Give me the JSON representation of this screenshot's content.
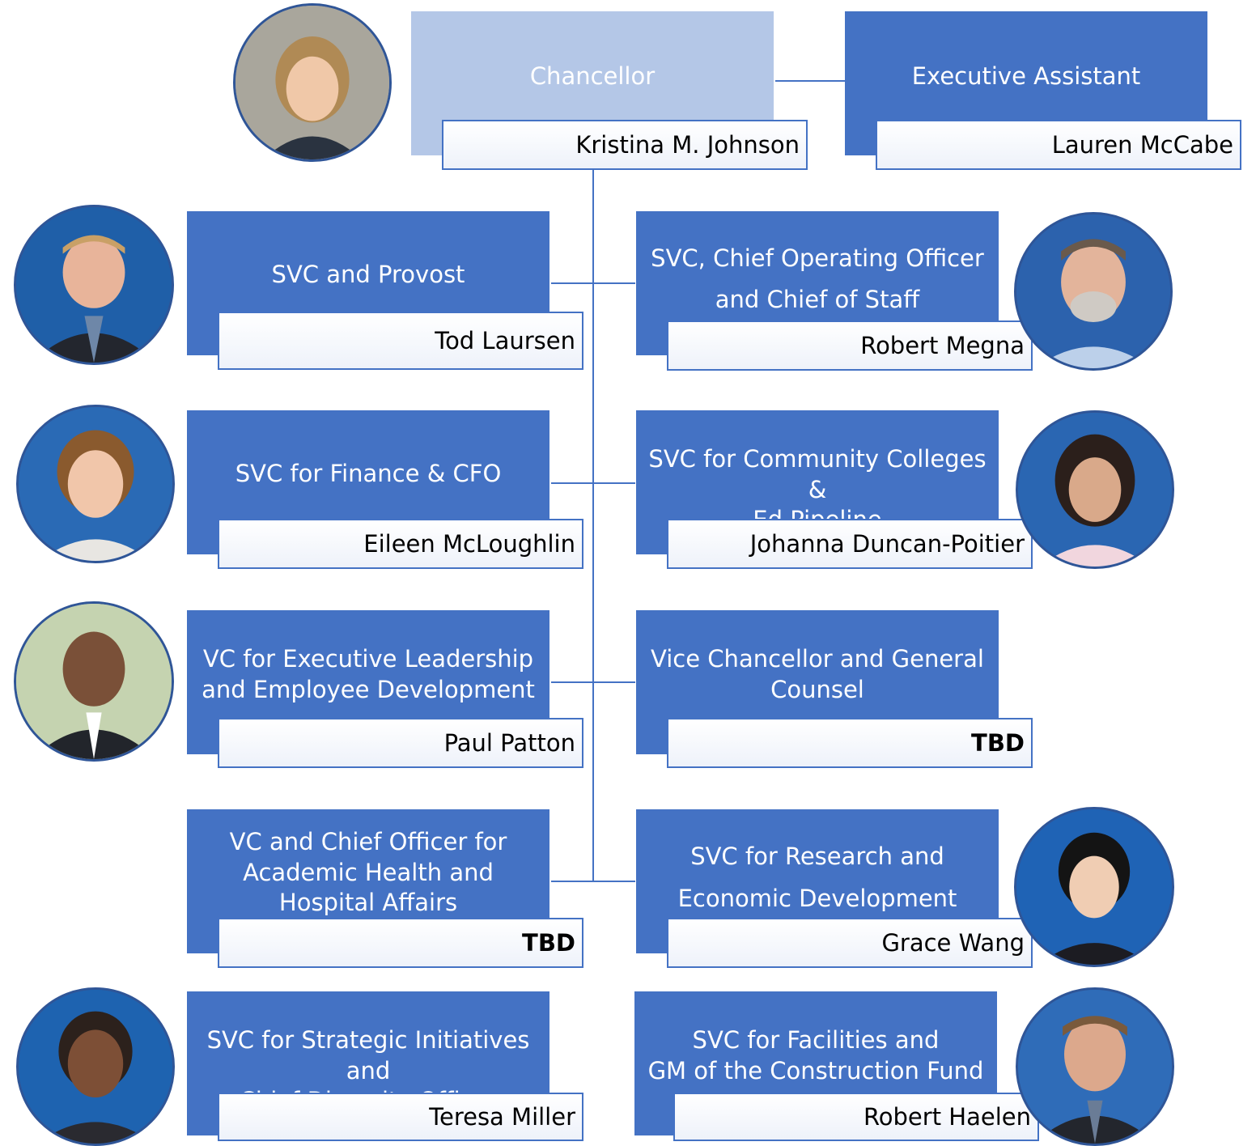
{
  "chancellor": {
    "title": "Chancellor",
    "name": "Kristina M. Johnson"
  },
  "assistant": {
    "title": "Executive Assistant",
    "name": "Lauren McCabe"
  },
  "left": [
    {
      "title": "SVC and Provost",
      "name": "Tod Laursen"
    },
    {
      "title": "SVC for Finance & CFO",
      "name": "Eileen McLoughlin"
    },
    {
      "title": "VC for Executive Leadership\nand Employee Development",
      "name": "Paul Patton"
    },
    {
      "title": "VC and Chief Officer for\nAcademic Health and\nHospital Affairs",
      "name": "TBD"
    },
    {
      "title": "SVC for Strategic Initiatives and\nChief Diversity Officer",
      "name": "Teresa Miller"
    }
  ],
  "right": [
    {
      "title": "SVC, Chief Operating Officer\nand Chief of Staff",
      "name": "Robert Megna"
    },
    {
      "title": "SVC for Community Colleges &\nEd Pipeline",
      "name": "Johanna Duncan-Poitier"
    },
    {
      "title": "Vice Chancellor and General\nCounsel",
      "name": "TBD"
    },
    {
      "title": "SVC for Research and\nEconomic Development",
      "name": "Grace Wang"
    },
    {
      "title": "SVC for Facilities and\nGM of the Construction Fund",
      "name": "Robert Haelen"
    }
  ],
  "colors": {
    "role_box": "#4472c4",
    "chancellor_box": "#b4c7e7",
    "connector": "#4472c4"
  }
}
